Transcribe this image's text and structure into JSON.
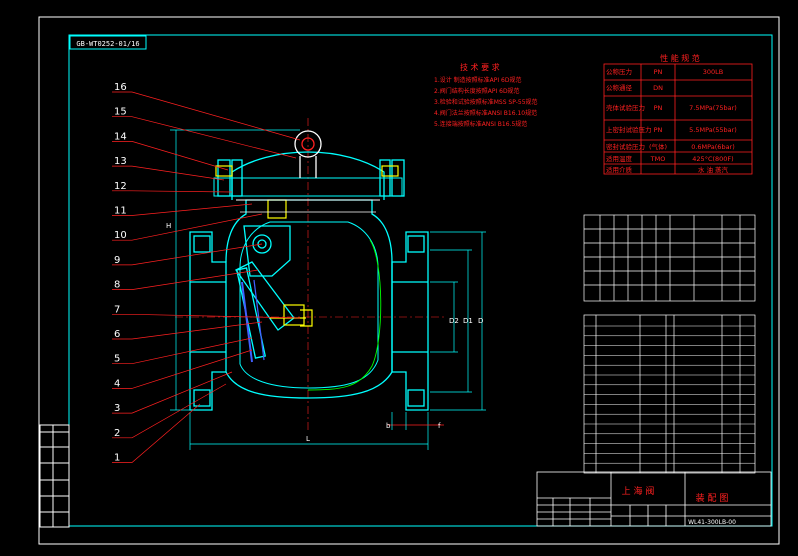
{
  "drawing": {
    "border_code": "GB-WT0252-01/16",
    "tech_title": "技 术 要 求",
    "tech_lines": [
      "1.设计 制造按照标准API 6D规范",
      "2.阀门结构长度按照API 6D规范",
      "3.检验和试验按照标准MSS SP-55规范",
      "4.阀门法兰按照标准ANSI B16.10规范",
      "5.连接端按照标准ANSI B16.5规范"
    ],
    "perf_title": "性 能 规 范",
    "perf_rows": [
      {
        "name": "公称压力",
        "sym": "PN",
        "val": "300LB"
      },
      {
        "name": "公称通径",
        "sym": "DN",
        "val": ""
      },
      {
        "name": "壳体试验压力",
        "sym": "PN",
        "val": "7.5MPa(75bar)"
      },
      {
        "name": "上密封试验压力",
        "sym": "PN",
        "val": "5.5MPa(55bar)"
      },
      {
        "name": "密封试验压力",
        "sym": "(气体)",
        "val": "0.6MPa(6bar)"
      },
      {
        "name": "适用温度",
        "sym": "TMO",
        "val": "425°C(800F)"
      },
      {
        "name": "适用介质",
        "sym": "",
        "val": "水 油 蒸汽"
      }
    ],
    "part_numbers": [
      "16",
      "15",
      "14",
      "13",
      "12",
      "11",
      "10",
      "9",
      "8",
      "7",
      "6",
      "5",
      "4",
      "3",
      "2",
      "1"
    ],
    "dim_labels": {
      "L": "L",
      "H": "H",
      "D": "D",
      "D1": "D1",
      "D2": "D2",
      "f": "f",
      "b": "b"
    },
    "title_block": {
      "company": "上 海 阀",
      "drawing_name": "装 配 图",
      "drawing_no": "WL41-300LB-00"
    },
    "colors": {
      "frame": "#00ffff",
      "red": "#ff2020",
      "yellow": "#ffff00",
      "green": "#00ff00",
      "white": "#ffffff",
      "blue": "#4060ff"
    }
  }
}
